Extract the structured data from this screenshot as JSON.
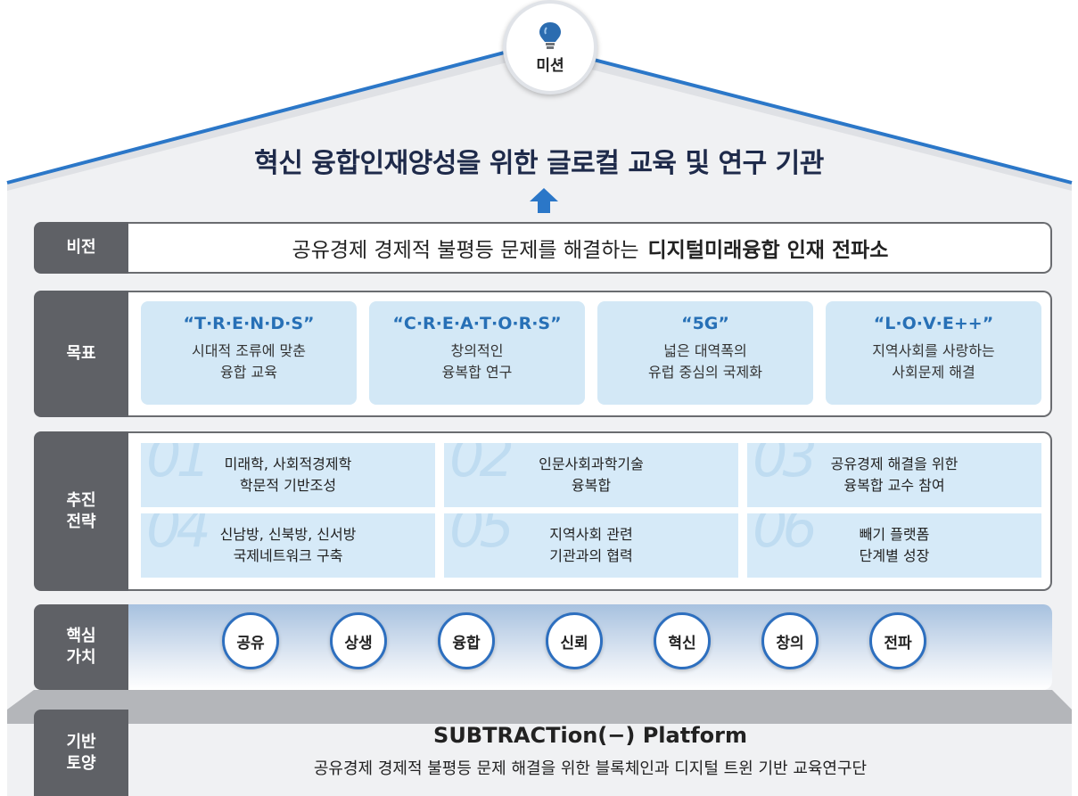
{
  "colors": {
    "roof": "#2b77c8",
    "accent_blue": "#2770b6",
    "label_bg": "#5f6166",
    "card_bg": "#d3e8f6"
  },
  "mission": {
    "icon": "lightbulb-icon",
    "label": "미션",
    "text": "혁신 융합인재양성을 위한 글로컬 교육 및 연구 기관"
  },
  "vision": {
    "label": "비전",
    "text_plain": "공유경제 경제적 불평등 문제를 해결하는",
    "text_bold": "디지털미래융합 인재 전파소"
  },
  "goals": {
    "label": "목표",
    "items": [
      {
        "title": "“T·R·E·N·D·S”",
        "line1": "시대적 조류에 맞춘",
        "line2": "융합 교육"
      },
      {
        "title": "“C·R·E·A·T·O·R·S”",
        "line1": "창의적인",
        "line2": "융복합 연구"
      },
      {
        "title": "“5G”",
        "line1": "넓은 대역폭의",
        "line2": "유럽 중심의 국제화"
      },
      {
        "title": "“L·O·V·E++”",
        "line1": "지역사회를 사랑하는",
        "line2": "사회문제 해결"
      }
    ]
  },
  "strategy": {
    "label_line1": "추진",
    "label_line2": "전략",
    "items": [
      {
        "num": "01",
        "line1": "미래학, 사회적경제학",
        "line2": "학문적 기반조성"
      },
      {
        "num": "02",
        "line1": "인문사회과학기술",
        "line2": "융복합"
      },
      {
        "num": "03",
        "line1": "공유경제 해결을 위한",
        "line2": "융복합 교수 참여"
      },
      {
        "num": "04",
        "line1": "신남방, 신북방, 신서방",
        "line2": "국제네트워크 구축"
      },
      {
        "num": "05",
        "line1": "지역사회 관련",
        "line2": "기관과의 협력"
      },
      {
        "num": "06",
        "line1": "빼기 플랫폼",
        "line2": "단계별 성장"
      }
    ]
  },
  "core_values": {
    "label_line1": "핵심",
    "label_line2": "가치",
    "items": [
      "공유",
      "상생",
      "융합",
      "신뢰",
      "혁신",
      "창의",
      "전파"
    ]
  },
  "foundation": {
    "label_line1": "기반",
    "label_line2": "토양",
    "title": "SUBTRACTion(−) Platform",
    "subtitle": "공유경제 경제적 불평등 문제 해결을 위한 블록체인과 디지털 트윈 기반 교육연구단"
  }
}
